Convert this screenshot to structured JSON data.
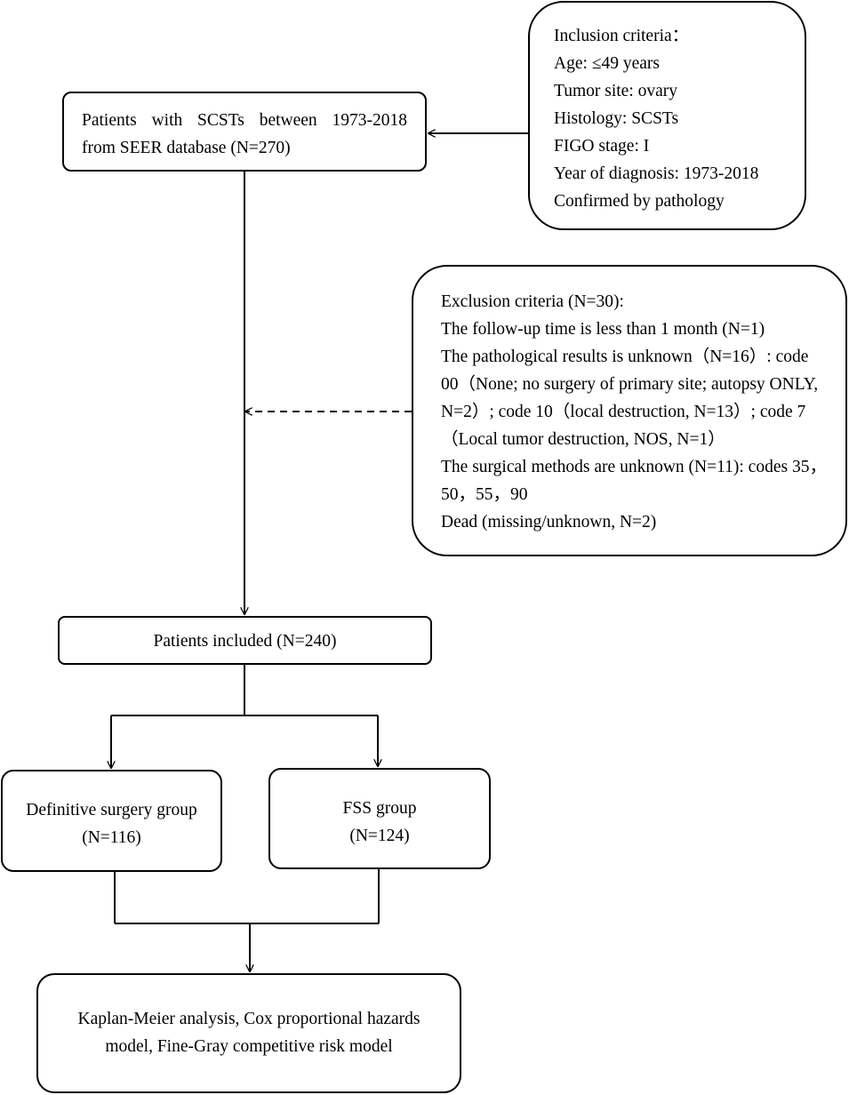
{
  "flowchart": {
    "sources": {
      "lines": [
        "Patients with SCSTs between 1973-2018",
        "from SEER database (N=270)"
      ]
    },
    "inclusion": {
      "lines": [
        "Inclusion criteria：",
        "Age: ≤49 years",
        "Tumor site: ovary",
        "Histology: SCSTs",
        "FIGO stage: I",
        "Year of diagnosis: 1973-2018",
        "Confirmed by pathology"
      ]
    },
    "exclusion": {
      "title": "Exclusion criteria (N=30):",
      "followup": "The follow-up time is less than 1 month (N=1)",
      "pathology": "The pathological results is unknown（N=16）: code 00（None; no surgery of primary site; autopsy ONLY, N=2）; code 10（local destruction, N=13）; code 7（Local tumor destruction, NOS, N=1）",
      "surgical": "The surgical methods are unknown (N=11): codes 35，50，55，90",
      "dead": "Dead (missing/unknown, N=2)"
    },
    "included": {
      "label": "Patients included (N=240)"
    },
    "definitive": {
      "lines": [
        "Definitive surgery group",
        "(N=116)"
      ]
    },
    "fss": {
      "lines": [
        "FSS group",
        "(N=124)"
      ]
    },
    "analysis": {
      "lines": [
        "Kaplan-Meier analysis, Cox proportional hazards",
        "model, Fine-Gray competitive risk model"
      ]
    }
  }
}
